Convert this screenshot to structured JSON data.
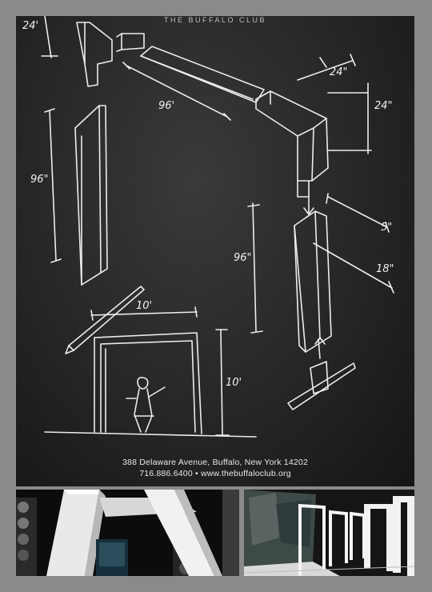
{
  "sketch": {
    "header": "THE BUFFALO CLUB",
    "footer_address": "388 Delaware Avenue, Buffalo, New York 14202",
    "footer_contact": "716.886.6400  •  www.thebuffaloclub.org",
    "dimensions": {
      "top_left_corner": "24'",
      "beam_length": "96'",
      "block_width": "24\"",
      "block_height": "24\"",
      "left_column_height": "96\"",
      "right_column_height": "96\"",
      "post_depth": "5\"",
      "post_width": "18\"",
      "doorway_width": "10'",
      "doorway_height": "10'"
    }
  },
  "colors": {
    "chalkboard": "#262626",
    "chalk": "#f2f2f2",
    "frame": "#8a8a8a"
  }
}
